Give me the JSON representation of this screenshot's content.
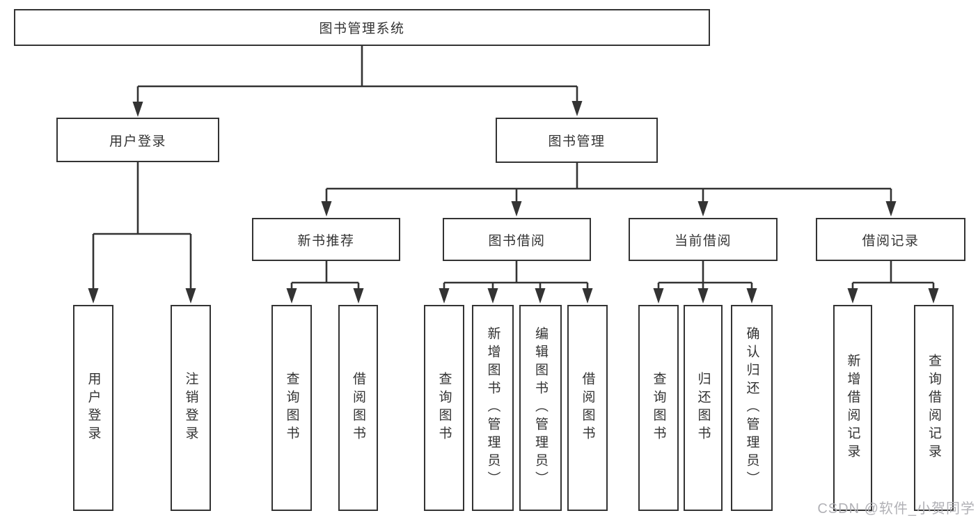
{
  "diagram_title": "图书管理系统",
  "colors": {
    "line": "#333333",
    "box_border": "#333333",
    "text": "#333333",
    "background": "#ffffff",
    "watermark": "#adadb2"
  },
  "tree": {
    "label": "图书管理系统",
    "children": [
      {
        "label": "用户登录",
        "children": [
          {
            "label": "用户登录"
          },
          {
            "label": "注销登录"
          }
        ]
      },
      {
        "label": "图书管理",
        "children": [
          {
            "label": "新书推荐",
            "children": [
              {
                "label": "查询图书"
              },
              {
                "label": "借阅图书"
              }
            ]
          },
          {
            "label": "图书借阅",
            "children": [
              {
                "label": "查询图书"
              },
              {
                "label": "新增图书（管理员）"
              },
              {
                "label": "编辑图书（管理员）"
              },
              {
                "label": "借阅图书"
              }
            ]
          },
          {
            "label": "当前借阅",
            "children": [
              {
                "label": "查询图书"
              },
              {
                "label": "归还图书"
              },
              {
                "label": "确认归还（管理员）"
              }
            ]
          },
          {
            "label": "借阅记录",
            "children": [
              {
                "label": "新增借阅记录"
              },
              {
                "label": "查询借阅记录"
              }
            ]
          }
        ]
      }
    ]
  },
  "watermark": {
    "text": "CSDN @软件_小贺同学"
  }
}
